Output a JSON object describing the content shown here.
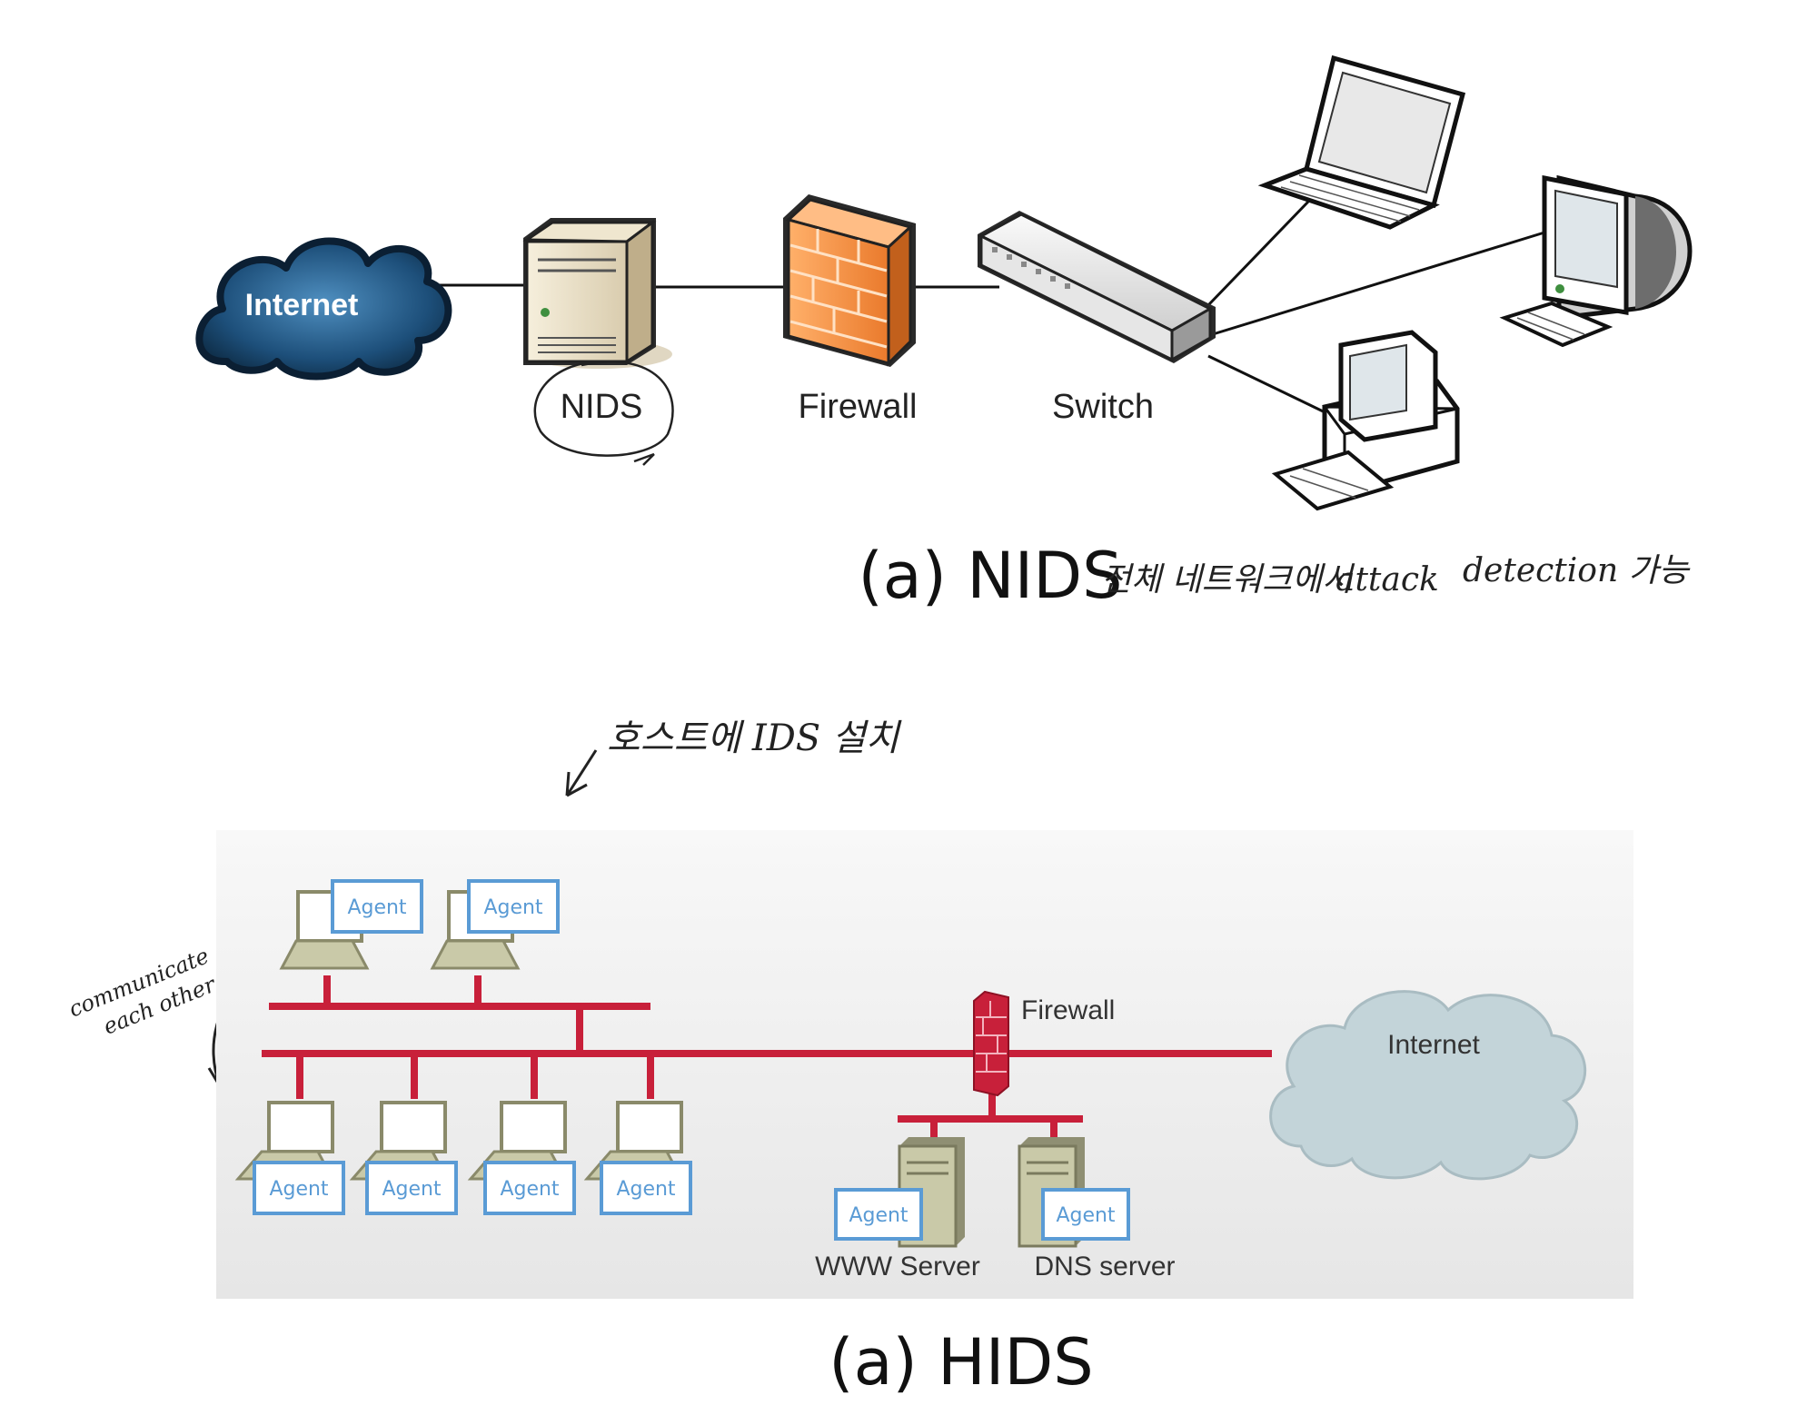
{
  "nids": {
    "internet_label": "Internet",
    "nids_label": "NIDS",
    "firewall_label": "Firewall",
    "switch_label": "Switch",
    "caption": "(a) NIDS",
    "handwritten_note_ko": "전체 네트워크에서",
    "handwritten_note_attack": "attack",
    "handwritten_note_detection": "detection 가능"
  },
  "hids": {
    "handwritten_top_note": "호스트에 IDS 설치",
    "handwritten_side_note_1": "communicate",
    "handwritten_side_note_2": "each other",
    "agent_label": "Agent",
    "firewall_label": "Firewall",
    "internet_label": "Internet",
    "www_server_label": "WWW Server",
    "dns_server_label": "DNS server",
    "caption": "(a) HIDS"
  },
  "colors": {
    "network_line": "#c8203a",
    "agent_border": "#5a9bd5",
    "cloud_fill": "#c3d4d9",
    "firewall_orange": "#f08a3c",
    "panel_bg": "#f1f1f1"
  }
}
